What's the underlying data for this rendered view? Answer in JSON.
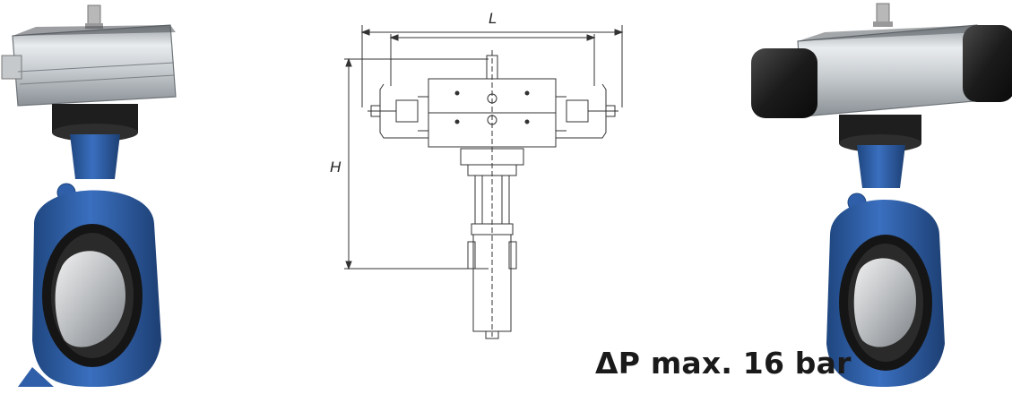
{
  "drawing": {
    "dimension_length_label": "L",
    "dimension_height_label": "H"
  },
  "spec": {
    "pressure_text": "ΔP max. 16 bar"
  },
  "icons": {
    "left_product": "butterfly-valve-single-acting-actuator-icon",
    "right_product": "butterfly-valve-double-acting-actuator-icon"
  },
  "colors": {
    "valve_body": "#2f5fa8",
    "valve_body_dark": "#1f467f",
    "actuator_aluminium": "#cfd4d8",
    "actuator_end_cap": "#202020",
    "drawing_line": "#333333"
  }
}
